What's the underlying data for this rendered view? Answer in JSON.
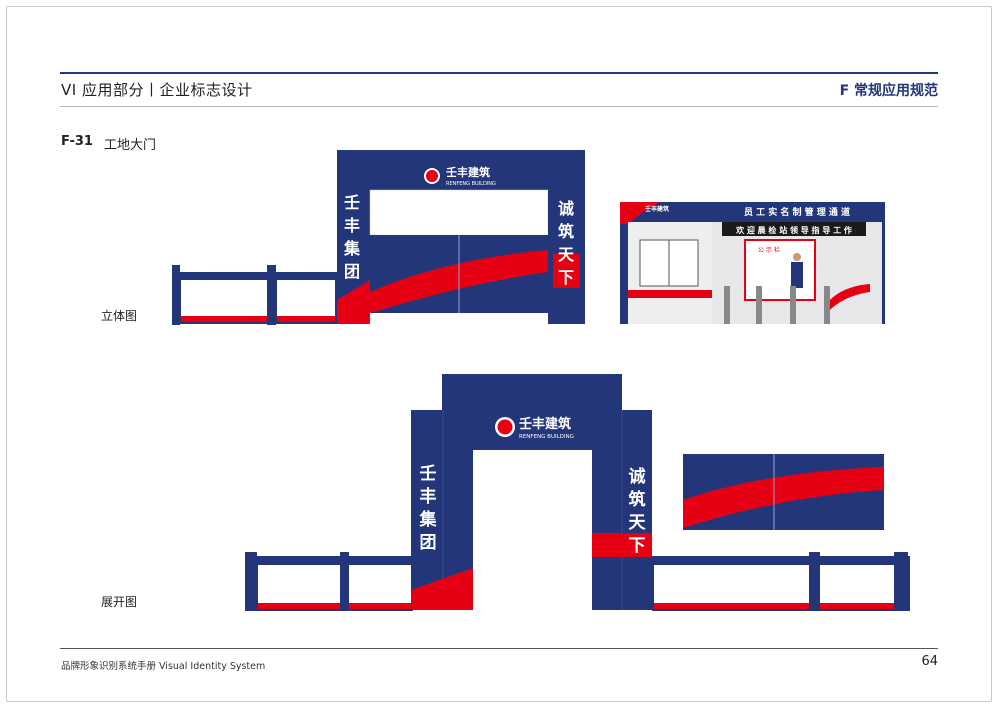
{
  "header": {
    "left": "VI 应用部分丨企业标志设计",
    "right": "F 常规应用规范"
  },
  "section": {
    "code": "F-31",
    "title": "工地大门"
  },
  "labels": {
    "view_3d": "立体图",
    "view_flat": "展开图"
  },
  "gate": {
    "logo_cn": "壬丰建筑",
    "logo_en": "RENFENG BUILDING",
    "left_slogan": [
      "壬",
      "丰",
      "集",
      "团"
    ],
    "right_slogan": [
      "诚",
      "筑",
      "天",
      "下"
    ]
  },
  "guardhouse": {
    "title": "员 工 实 名 制 管 理 通 道",
    "banner": "欢 迎 晨 检 站 领 导 指 导 工 作",
    "board": "公 示 栏"
  },
  "footer": {
    "left": "品牌形象识别系统手册  Visual Identity System",
    "page": "64"
  },
  "colors": {
    "brand_blue": "#23367a",
    "brand_red": "#e50013"
  }
}
